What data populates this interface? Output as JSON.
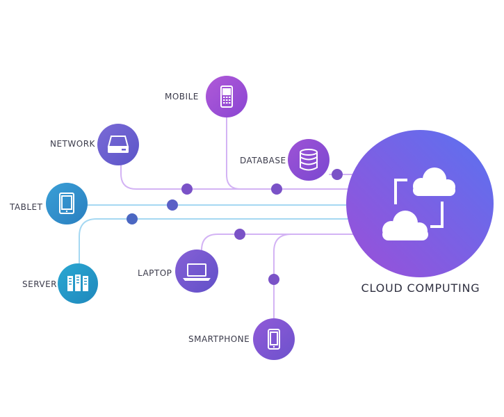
{
  "hub": {
    "title": "CLOUD COMPUTING",
    "icon": "cloud-computing-icon"
  },
  "devices": [
    {
      "key": "mobile",
      "label": "MOBILE",
      "icon": "mobile-phone-icon",
      "color": "#9a4fd6"
    },
    {
      "key": "network",
      "label": "NETWORK",
      "icon": "network-drive-icon",
      "color": "#6b5fd0"
    },
    {
      "key": "database",
      "label": "DATABASE",
      "icon": "database-icon",
      "color": "#8a4fd6"
    },
    {
      "key": "tablet",
      "label": "TABLET",
      "icon": "tablet-icon",
      "color": "#2c8fc9"
    },
    {
      "key": "server",
      "label": "SERVER",
      "icon": "server-rack-icon",
      "color": "#2596c6"
    },
    {
      "key": "laptop",
      "label": "LAPTOP",
      "icon": "laptop-icon",
      "color": "#7458cf"
    },
    {
      "key": "smartphone",
      "label": "SMARTPHONE",
      "icon": "smartphone-icon",
      "color": "#7d55d2"
    }
  ],
  "colors": {
    "purple_line": "#d3b3f4",
    "blue_line": "#a5d8f2",
    "node_purple": "#7a52c7",
    "node_blue": "#4b67c2",
    "hub_gradient_start": "#9b4fd8",
    "hub_gradient_end": "#5a72f0"
  }
}
